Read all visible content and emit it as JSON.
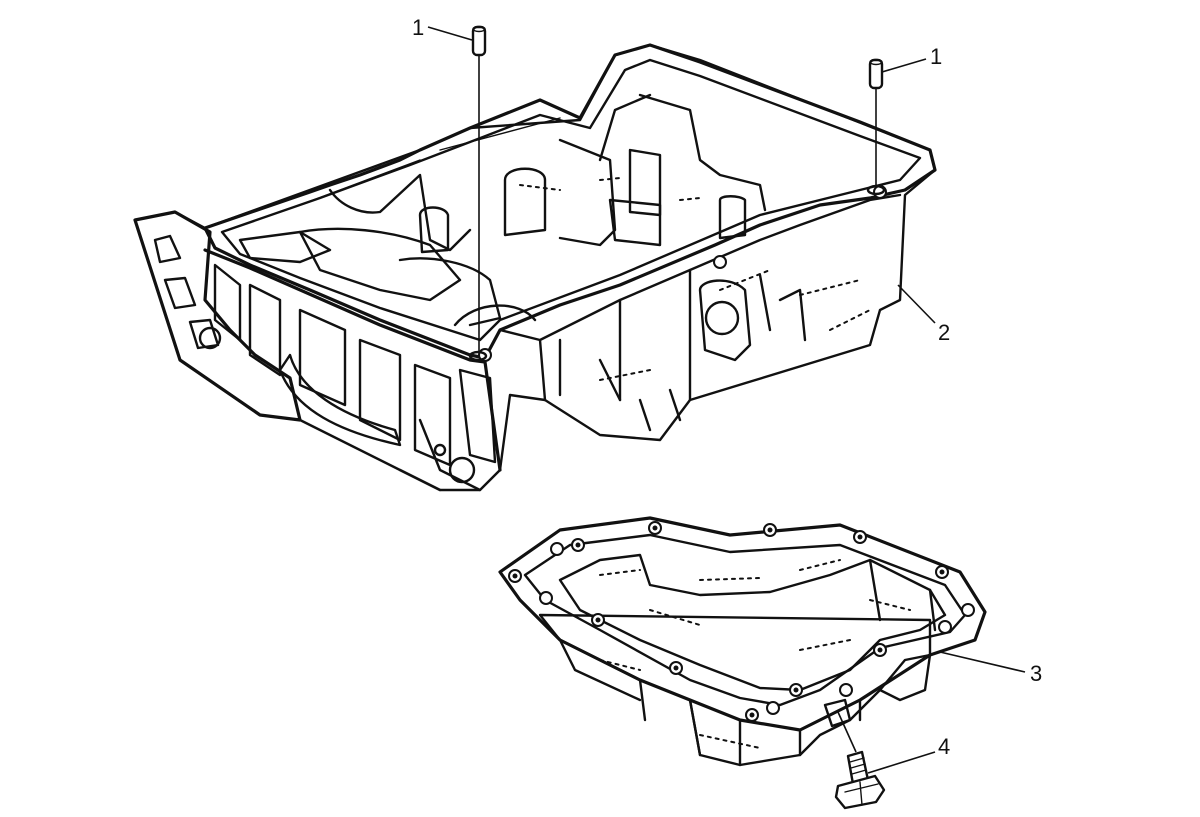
{
  "diagram": {
    "callouts": [
      {
        "id": "c1a",
        "label": "1"
      },
      {
        "id": "c1b",
        "label": "1"
      },
      {
        "id": "c2",
        "label": "2"
      },
      {
        "id": "c3",
        "label": "3"
      },
      {
        "id": "c4",
        "label": "4"
      }
    ]
  }
}
